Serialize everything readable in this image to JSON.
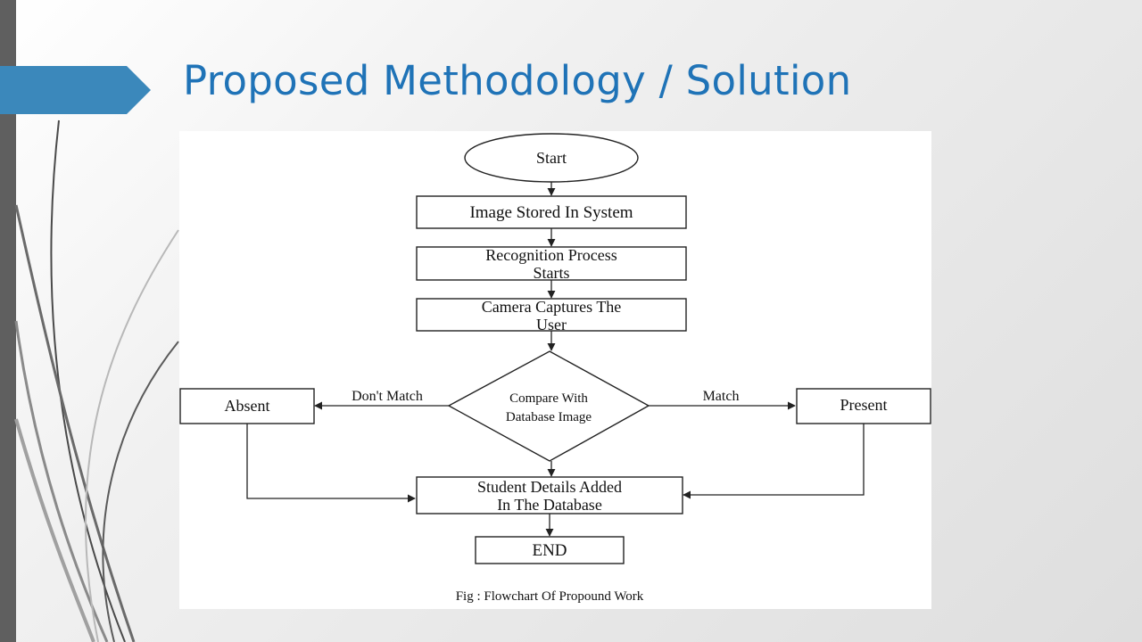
{
  "slide": {
    "title": "Proposed Methodology / Solution",
    "accent_color": "#1f73b7",
    "arrow_color": "#3b88bb"
  },
  "flowchart": {
    "nodes": {
      "start": "Start",
      "image_stored": "Image Stored In System",
      "recognition_line1": "Recognition Process",
      "recognition_line2": "Starts",
      "camera_line1": "Camera Captures The",
      "camera_line2": "User",
      "compare_line1": "Compare With",
      "compare_line2": "Database Image",
      "absent": "Absent",
      "present": "Present",
      "student_line1": "Student Details Added",
      "student_line2": "In The Database",
      "end": "END"
    },
    "edges": {
      "dont_match": "Don't Match",
      "match": "Match"
    },
    "caption": "Fig : Flowchart Of Propound Work"
  }
}
